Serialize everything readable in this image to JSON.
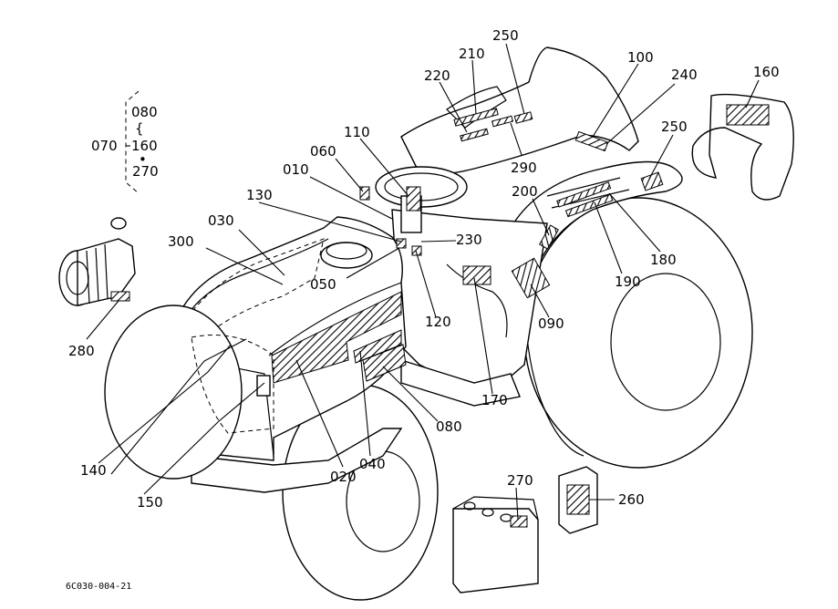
{
  "drawing_code": "6C030-004-21",
  "callouts": [
    {
      "id": "c250a",
      "text": "250"
    },
    {
      "id": "c210",
      "text": "210"
    },
    {
      "id": "c220",
      "text": "220"
    },
    {
      "id": "c100",
      "text": "100"
    },
    {
      "id": "c240",
      "text": "240"
    },
    {
      "id": "c160a",
      "text": "160"
    },
    {
      "id": "c250b",
      "text": "250"
    },
    {
      "id": "c110",
      "text": "110"
    },
    {
      "id": "c060",
      "text": "060"
    },
    {
      "id": "c010",
      "text": "010"
    },
    {
      "id": "c290",
      "text": "290"
    },
    {
      "id": "c200",
      "text": "200"
    },
    {
      "id": "c130",
      "text": "130"
    },
    {
      "id": "c030",
      "text": "030"
    },
    {
      "id": "c300",
      "text": "300"
    },
    {
      "id": "c230",
      "text": "230"
    },
    {
      "id": "c180",
      "text": "180"
    },
    {
      "id": "c050",
      "text": "050"
    },
    {
      "id": "c190",
      "text": "190"
    },
    {
      "id": "c120",
      "text": "120"
    },
    {
      "id": "c090",
      "text": "090"
    },
    {
      "id": "c280",
      "text": "280"
    },
    {
      "id": "c170",
      "text": "170"
    },
    {
      "id": "c080b",
      "text": "080"
    },
    {
      "id": "c140",
      "text": "140"
    },
    {
      "id": "c040",
      "text": "040"
    },
    {
      "id": "c020",
      "text": "020"
    },
    {
      "id": "c150",
      "text": "150"
    },
    {
      "id": "c270b",
      "text": "270"
    },
    {
      "id": "c260",
      "text": "260"
    }
  ],
  "group_key": {
    "label": "070",
    "items": [
      "080",
      "160",
      "270"
    ],
    "brace": "{",
    "dot": "•"
  }
}
